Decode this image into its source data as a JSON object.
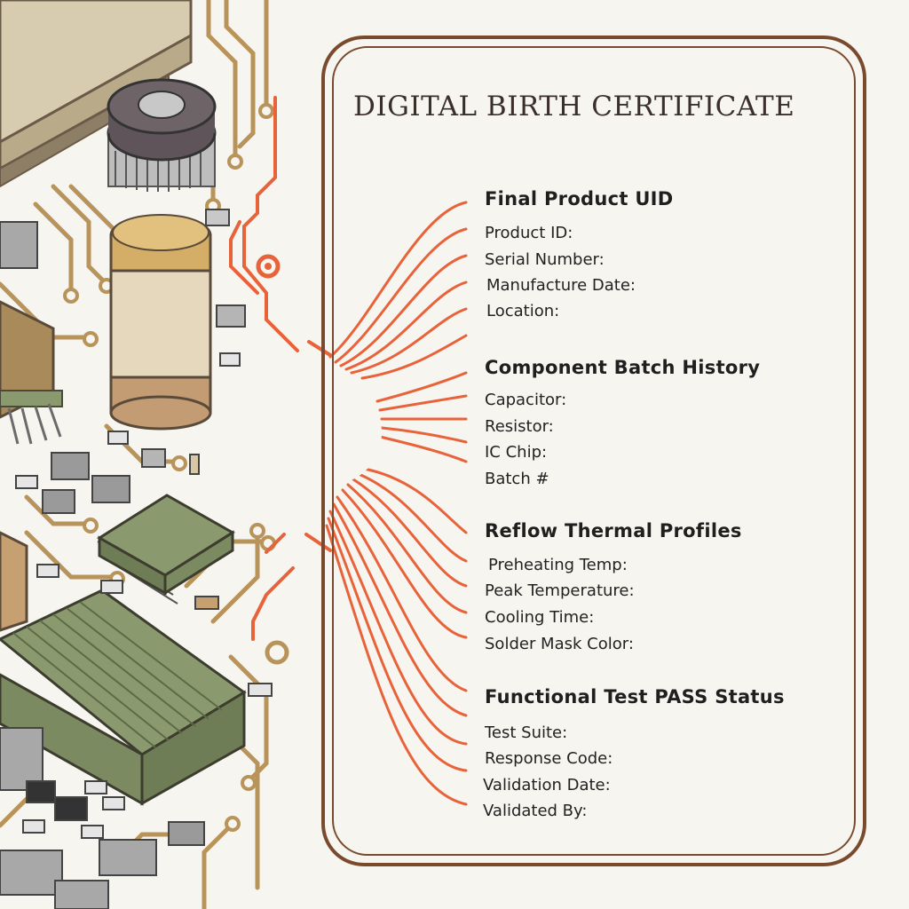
{
  "certificate": {
    "title": "DIGITAL BIRTH CERTIFICATE",
    "sections": [
      {
        "heading": "Final Product UID",
        "fields": [
          "Product ID:",
          "Serial Number:",
          "Manufacture Date:",
          "Location:"
        ]
      },
      {
        "heading": "Component Batch History",
        "fields": [
          "Capacitor:",
          "Resistor:",
          "IC Chip:",
          "Batch #"
        ]
      },
      {
        "heading": "Reflow Thermal Profiles",
        "fields": [
          "Preheating Temp:",
          "Peak Temperature:",
          "Cooling Time:",
          "Solder Mask Color:"
        ]
      },
      {
        "heading": "Functional Test PASS Status",
        "fields": [
          "Test Suite:",
          "Response Code:",
          "Validation Date:",
          "Validated By:"
        ]
      }
    ]
  },
  "colors": {
    "frame": "#7a4a2e",
    "trace": "#e8623a",
    "copper": "#b8935a",
    "chip_green": "#8a9a6e",
    "background": "#f7f5f0"
  }
}
